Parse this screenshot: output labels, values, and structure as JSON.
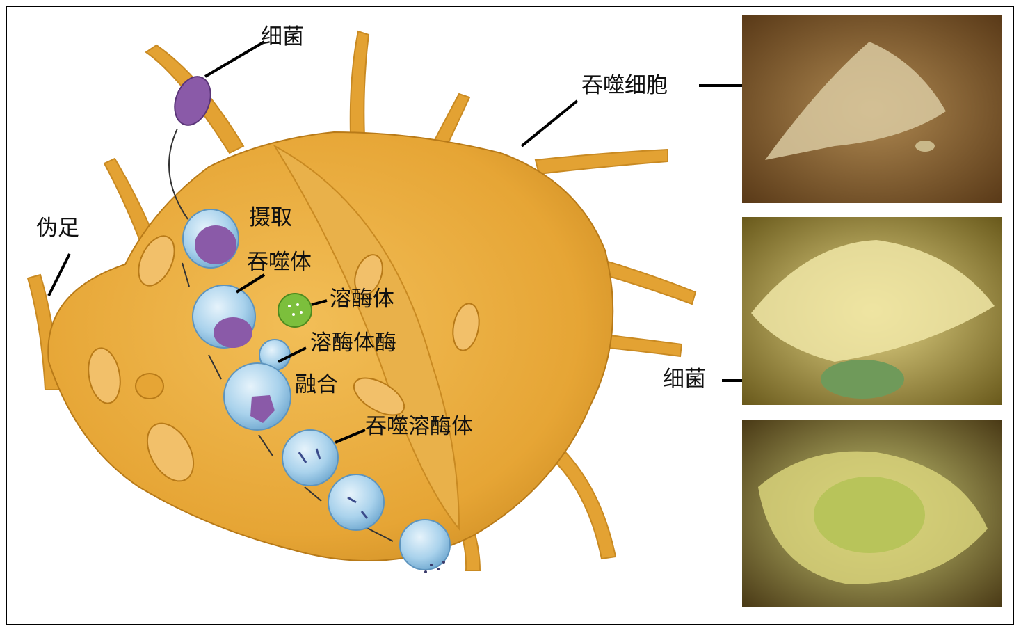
{
  "labels": {
    "bacterium_top": "细菌",
    "pseudopod": "伪足",
    "ingestion": "摄取",
    "phagosome": "吞噬体",
    "lysosome": "溶酶体",
    "lysosomal_enzymes": "溶酶体酶",
    "fusion": "融合",
    "phagolysosome": "吞噬溶酶体",
    "phagocyte": "吞噬细胞",
    "bacteria_photo": "细菌"
  },
  "colors": {
    "cell_body": "#e8a93a",
    "cell_shade": "#c98a22",
    "bacterium": "#8a5aa8",
    "vesicle": "#9cc8e6",
    "lysosome": "#7cbf3c",
    "photo_bg": "#6b4a22"
  }
}
